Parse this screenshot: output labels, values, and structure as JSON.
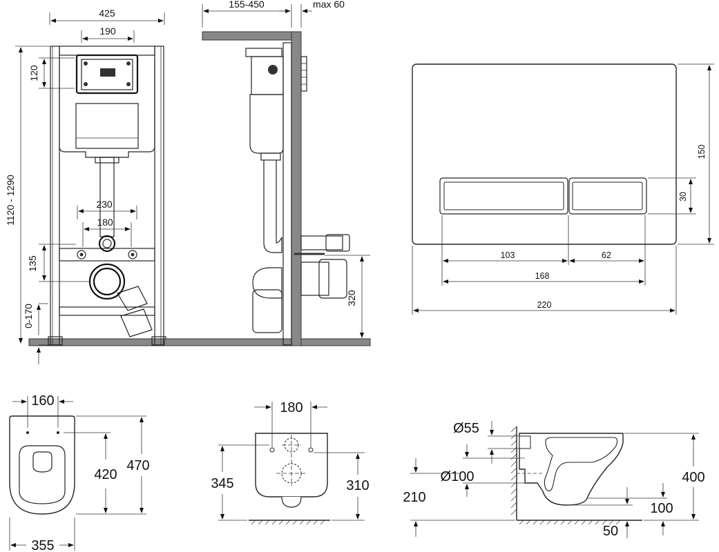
{
  "frame_front": {
    "width": "425",
    "plate_width": "190",
    "plate_height": "120",
    "height_range": "1120 - 1290",
    "stud_spacing_outer": "230",
    "stud_spacing_inner": "180",
    "outlet_offset": "135",
    "foot_adjust": "0-170"
  },
  "frame_side": {
    "depth_range": "155-450",
    "wall_thickness": "max 60",
    "outlet_height": "320"
  },
  "flush_plate": {
    "width": "220",
    "height": "150",
    "button_height": "30",
    "buttons_width": "168",
    "large_button": "103",
    "small_button": "62"
  },
  "bowl_top": {
    "bolt_spacing": "160",
    "width": "355",
    "inner_length": "420",
    "length": "470"
  },
  "bowl_back": {
    "bolt_spacing": "180",
    "height_left": "345",
    "height_right": "310"
  },
  "bowl_side": {
    "inlet_diameter": "Ø55",
    "outlet_diameter": "Ø100",
    "outlet_height": "210",
    "height": "400",
    "floor_gap": "100",
    "bottom_gap": "50"
  }
}
